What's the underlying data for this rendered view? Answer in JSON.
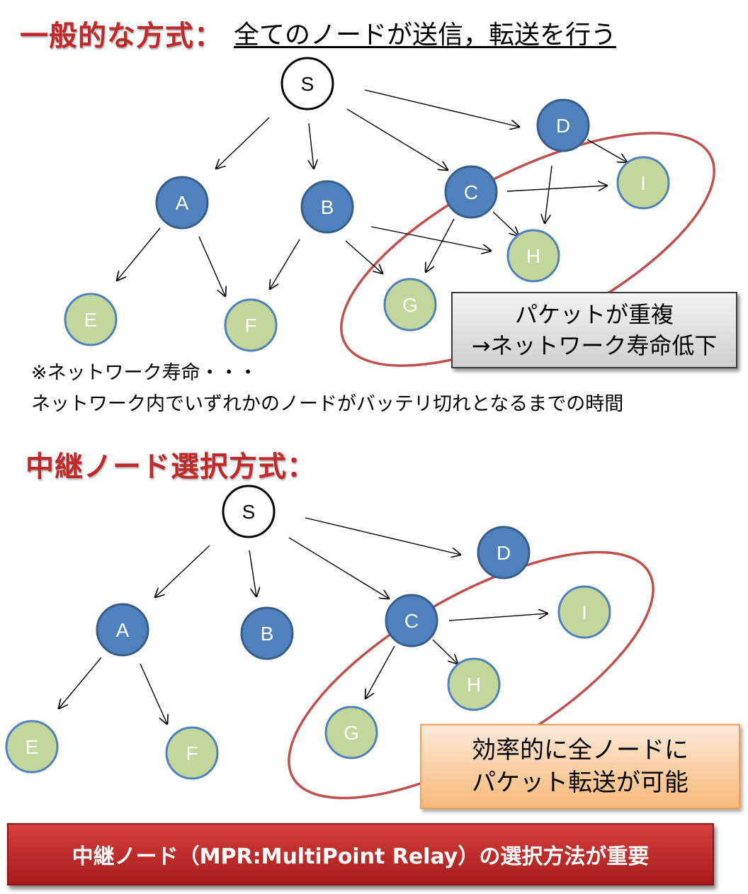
{
  "top": {
    "heading_red": "一般的な方式：",
    "heading_sub": "全てのノードが送信，転送を行う",
    "nodes": [
      "S",
      "A",
      "B",
      "C",
      "D",
      "E",
      "F",
      "G",
      "H",
      "I"
    ],
    "callout_line1": "パケットが重複",
    "callout_line2": "→ネットワーク寿命低下"
  },
  "note": {
    "line1": "※ネットワーク寿命・・・",
    "line2": "ネットワーク内でいずれかのノードがバッテリ切れとなるまでの時間"
  },
  "bottom": {
    "heading_red": "中継ノード選択方式：",
    "nodes": [
      "S",
      "A",
      "B",
      "C",
      "D",
      "E",
      "F",
      "G",
      "H",
      "I"
    ],
    "callout_line1": "効率的に全ノードに",
    "callout_line2": "パケット転送が可能"
  },
  "banner": "中継ノード（MPR:MultiPoint Relay）の選択方法が重要",
  "colors": {
    "relay_node": "#4f81bd",
    "leaf_node": "#c3d69b",
    "source_node": "#ffffff",
    "ellipse": "#c0504d",
    "heading_red": "#c0282a"
  }
}
